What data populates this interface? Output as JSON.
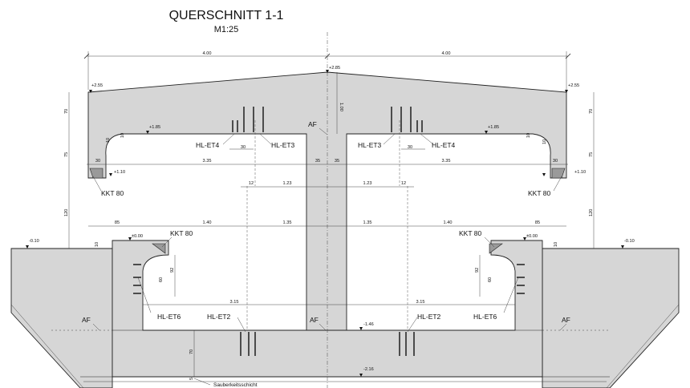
{
  "drawing": {
    "title": "QUERSCHNITT 1-1",
    "scale": "M1:25"
  },
  "dimensions": {
    "top_left_400": "4.00",
    "top_right_400": "4.00",
    "d_70_left": "70",
    "d_75_left": "75",
    "d_120_left": "120",
    "d_70_right": "70",
    "d_75_right": "75",
    "d_120_right": "120",
    "d_100_center": "1.00",
    "d_30_a": "30",
    "d_30_b": "30",
    "d_30_c": "30",
    "d_30_d": "30",
    "d_10_a": "10",
    "d_10_b": "10",
    "d_10_c": "10",
    "d_10_d": "10",
    "d_335_left": "3.35",
    "d_335_right": "3.35",
    "d_35_left": "35",
    "d_35_right": "35",
    "d_12_left": "12",
    "d_123_left": "1.23",
    "d_123_right": "1.23",
    "d_12_right": "12",
    "d_85_left": "85",
    "d_140_left": "1.40",
    "d_135_left": "1.35",
    "d_135_right": "1.35",
    "d_140_right": "1.40",
    "d_85_right": "85",
    "d_10_wall_left": "10",
    "d_10_wall_right": "10",
    "d_92_left": "92",
    "d_60_left": "60",
    "d_92_right": "92",
    "d_60_right": "60",
    "d_315_left": "3.15",
    "d_315_right": "3.15",
    "d_70_base": "70",
    "d_5_base": "5"
  },
  "levels": {
    "crown": "+2.85",
    "eave_left": "+2.55",
    "eave_right": "+2.55",
    "ceiling_left": "+1.85",
    "ceiling_right": "+1.85",
    "kkt_left": "+1.10",
    "kkt_right": "+1.10",
    "wall_left": "±0.00",
    "wall_right": "±0.00",
    "ground_left": "-0.10",
    "ground_right": "-0.10",
    "floor": "-1.46",
    "base": "-2.16"
  },
  "labels": {
    "af_top": "AF",
    "af_left": "AF",
    "af_center": "AF",
    "af_right": "AF",
    "hl_et4_left": "HL-ET4",
    "hl_et3_left": "HL-ET3",
    "hl_et3_right": "HL-ET3",
    "hl_et4_right": "HL-ET4",
    "kkt80_ul": "KKT 80",
    "kkt80_ur": "KKT 80",
    "kkt80_ll": "KKT 80",
    "kkt80_lr": "KKT 80",
    "hl_et6_left": "HL-ET6",
    "hl_et2_left": "HL-ET2",
    "hl_et2_right": "HL-ET2",
    "hl_et6_right": "HL-ET6",
    "sauberkeit": "Sauberkeitsschicht"
  },
  "colors": {
    "concrete_fill": "#d6d6d6",
    "line": "#222222",
    "background": "#ffffff"
  }
}
